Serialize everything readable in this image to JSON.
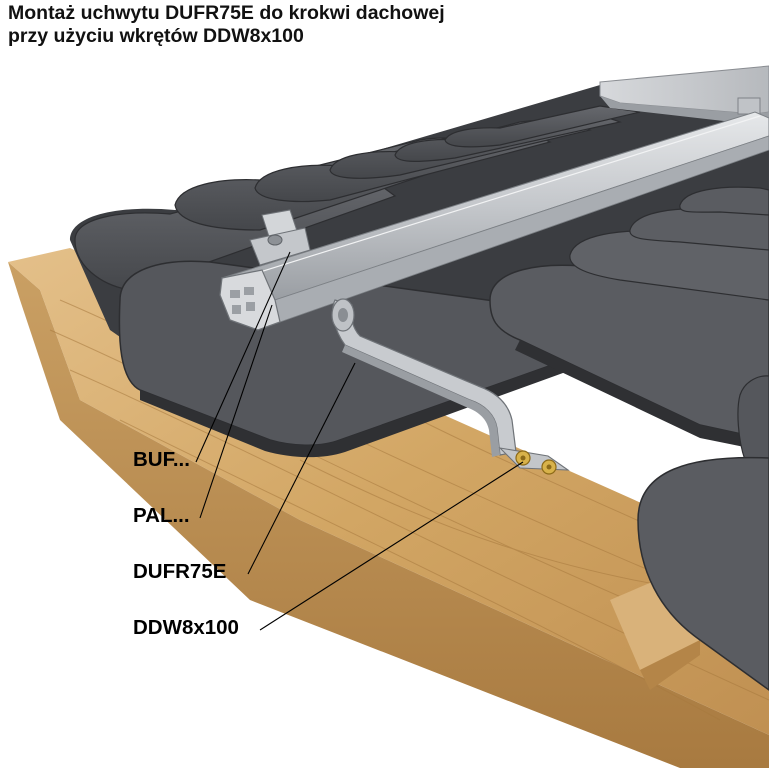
{
  "title": {
    "line1": "Montaż uchwytu DUFR75E do krokwi dachowej",
    "line2": "przy użyciu wkrętów DDW8x100"
  },
  "callouts": [
    {
      "id": "buf",
      "label": "BUF..."
    },
    {
      "id": "pal",
      "label": "PAL..."
    },
    {
      "id": "dufr",
      "label": "DUFR75E"
    },
    {
      "id": "ddw",
      "label": "DDW8x100"
    }
  ],
  "colors": {
    "tile": "#4a4c50",
    "tile_top": "#5e6065",
    "tile_dark": "#2f3033",
    "wood": "#d6ad6e",
    "wood_dark": "#b8894c",
    "aluminium": "#c9ccd0",
    "aluminium_dark": "#8e9297",
    "screw": "#d8b24a"
  }
}
